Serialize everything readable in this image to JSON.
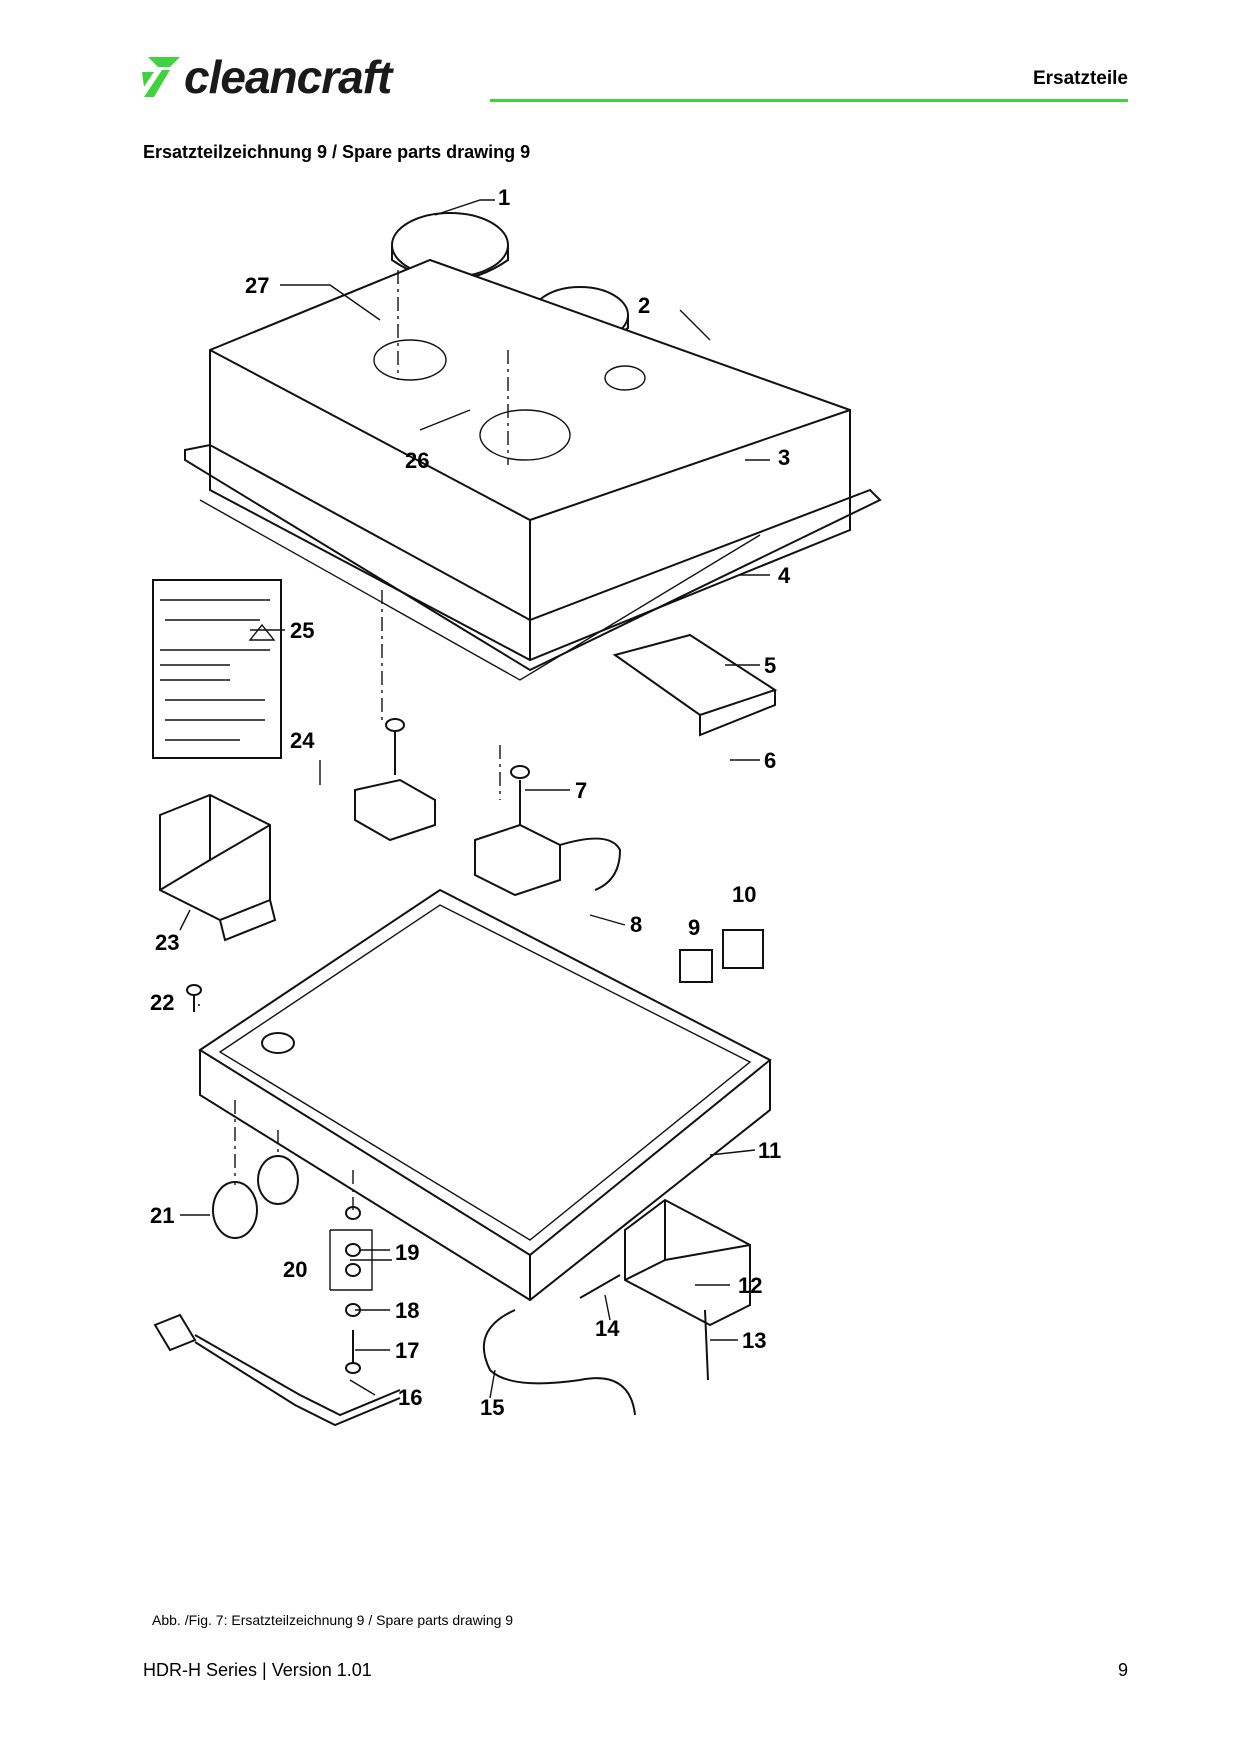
{
  "header": {
    "brand": "cleancraft",
    "section": "Ersatzteile",
    "brand_color": "#3fd43f"
  },
  "subtitle": "Ersatzteilzeichnung 9 / Spare parts drawing 9",
  "drawing": {
    "part_numbers": [
      "1",
      "2",
      "3",
      "4",
      "5",
      "6",
      "7",
      "8",
      "9",
      "10",
      "11",
      "12",
      "13",
      "14",
      "15",
      "16",
      "17",
      "18",
      "19",
      "20",
      "21",
      "22",
      "23",
      "24",
      "25",
      "26",
      "27"
    ]
  },
  "caption": "Abb. /Fig. 7: Ersatzteilzeichnung 9 / Spare parts drawing 9",
  "footer": {
    "series": "HDR-H Series | Version 1.01",
    "page": "9"
  }
}
